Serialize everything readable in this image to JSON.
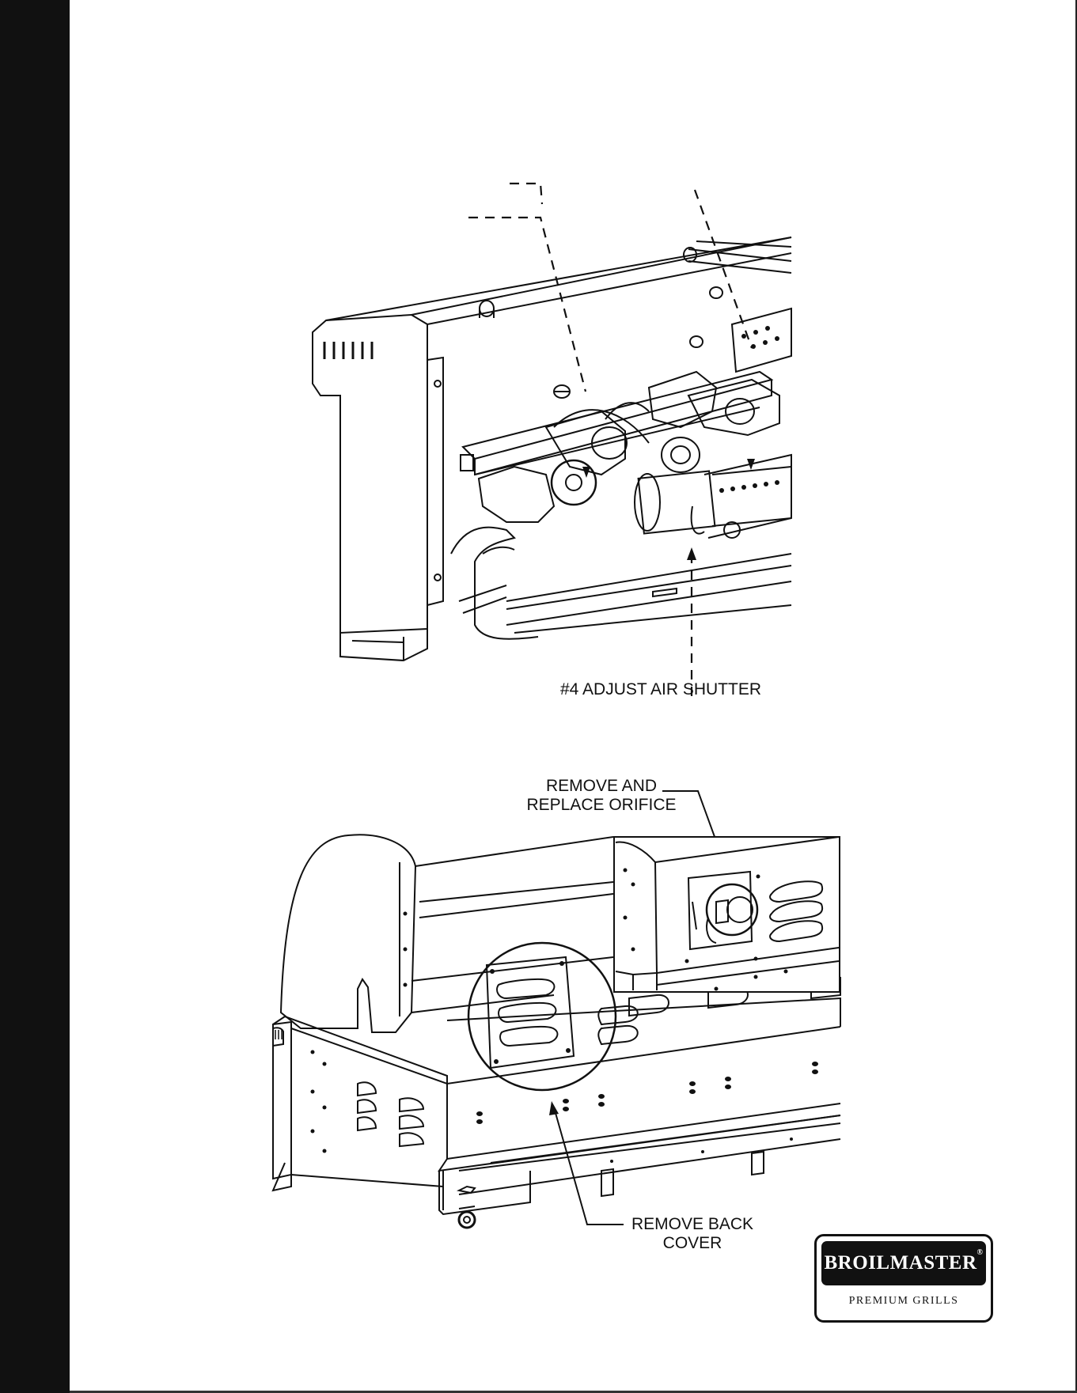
{
  "callouts": {
    "air_shutter": "#4 ADJUST AIR SHUTTER",
    "orifice_line1": "REMOVE AND",
    "orifice_line2": "REPLACE ORIFICE",
    "back_cover_line1": "REMOVE BACK",
    "back_cover_line2": "COVER"
  },
  "logo": {
    "brand": "BROILMASTER",
    "registered": "®",
    "tagline": "PREMIUM GRILLS"
  },
  "colors": {
    "spine": "#111111",
    "ink": "#111111",
    "paper": "#ffffff"
  }
}
